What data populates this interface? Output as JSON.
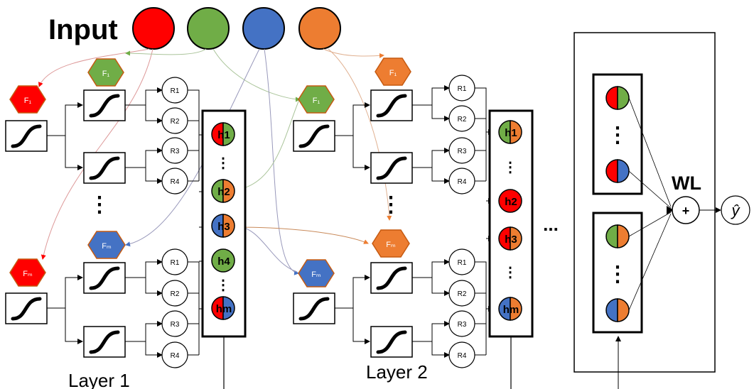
{
  "input": {
    "label": "Input",
    "nodes": [
      {
        "color": "#ff0000"
      },
      {
        "color": "#70ad47"
      },
      {
        "color": "#4472c4"
      },
      {
        "color": "#ed7d31"
      }
    ]
  },
  "colors": {
    "red": "#ff0000",
    "green": "#70ad47",
    "blue": "#4472c4",
    "orange": "#ed7d31",
    "stroke": "#000000"
  },
  "layer1": {
    "label": "Layer 1",
    "f_labels": [
      "F₁",
      "F₁",
      "Fₘ",
      "Fₘ"
    ],
    "r_labels": [
      "R1",
      "R2",
      "R3",
      "R4"
    ],
    "h_labels": [
      "h1",
      "h2",
      "h3",
      "h4",
      "hm"
    ],
    "ellipsis": "⋮"
  },
  "layer2": {
    "label": "Layer 2",
    "f_labels": [
      "F₁",
      "F₁",
      "Fₘ",
      "Fₘ"
    ],
    "r_labels": [
      "R1",
      "R2",
      "R3",
      "R4"
    ],
    "h_labels": [
      "h1",
      "h2",
      "h3",
      "hm"
    ],
    "ellipsis": "⋮"
  },
  "between_layers": "...",
  "output": {
    "weight_label": "WL",
    "sum_symbol": "+",
    "prediction": "ŷ",
    "ellipsis": "⋮"
  }
}
